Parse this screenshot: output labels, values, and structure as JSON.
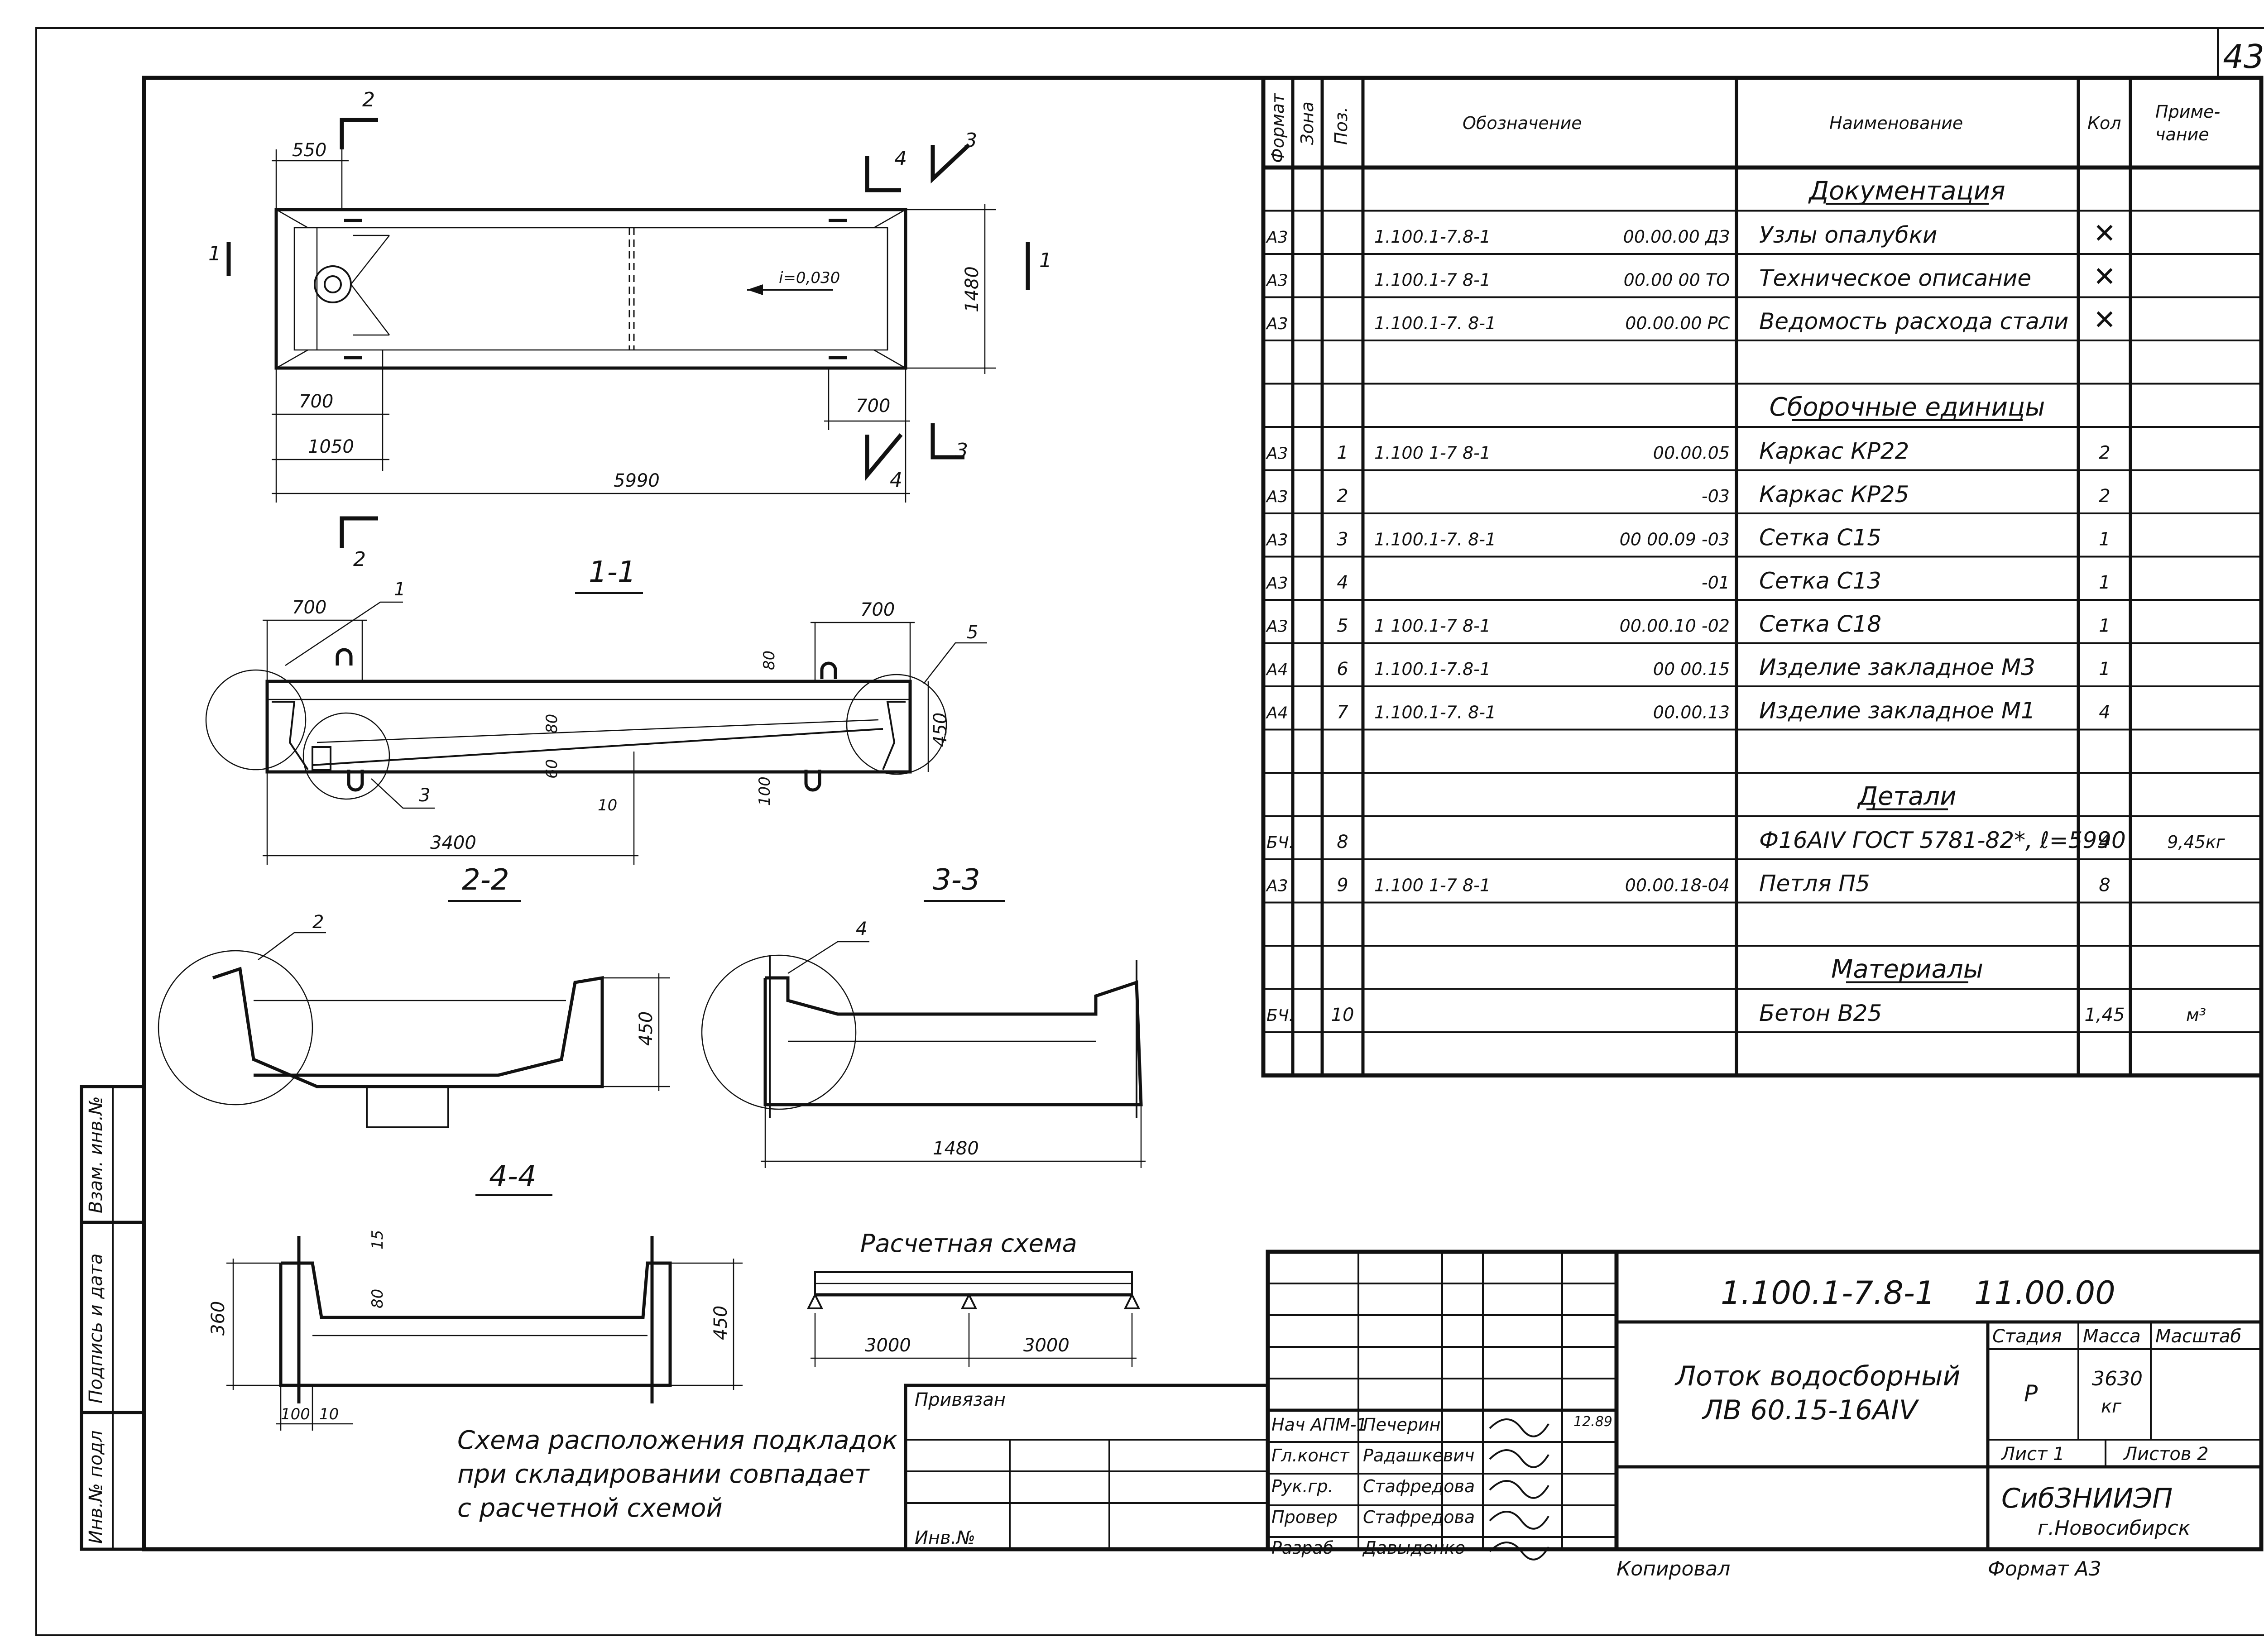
{
  "sheet": {
    "page_number": "43",
    "side_stamp": [
      "Инв.№ подл",
      "Подпись и дата",
      "Взам. инв.№"
    ]
  },
  "plan": {
    "dim_550": "550",
    "dim_700_left": "700",
    "dim_1050": "1050",
    "dim_5990": "5990",
    "dim_700_right": "700",
    "dim_1480": "1480",
    "slope": "i=0,030",
    "cuts": [
      "1",
      "1",
      "2",
      "2",
      "3",
      "3",
      "4",
      "4"
    ]
  },
  "sections": {
    "s11": {
      "title": "1-1",
      "dims": [
        "700",
        "700",
        "80",
        "450",
        "80",
        "60",
        "10",
        "100",
        "3400"
      ],
      "callouts": [
        "1",
        "5",
        "3"
      ]
    },
    "s22": {
      "title": "2-2",
      "dims": [
        "450"
      ],
      "callouts": [
        "2"
      ]
    },
    "s33": {
      "title": "3-3",
      "dims": [
        "1480"
      ],
      "callouts": [
        "4"
      ]
    },
    "s44": {
      "title": "4-4",
      "dims": [
        "15",
        "80",
        "360",
        "450",
        "100",
        "10"
      ]
    }
  },
  "calc_scheme": {
    "title": "Расчетная схема",
    "span1": "3000",
    "span2": "3000"
  },
  "storage_note": [
    "Схема расположения подкладок",
    "при складировании совпадает",
    "с расчетной схемой"
  ],
  "spec": {
    "headers": {
      "format": "Формат",
      "zone": "Зона",
      "pos": "Поз.",
      "designation": "Обозначение",
      "name": "Наименование",
      "qty": "Кол",
      "note": "Приме-\nчание"
    },
    "rows": [
      {
        "type": "section",
        "name": "Документация"
      },
      {
        "format": "А3",
        "pos": "",
        "des1": "1.100.1-7.8-1",
        "des2": "00.00.00 ДЗ",
        "name": "Узлы опалубки",
        "qty": "✕",
        "note": ""
      },
      {
        "format": "А3",
        "pos": "",
        "des1": "1.100.1-7 8-1",
        "des2": "00.00 00 ТО",
        "name": "Техническое описание",
        "qty": "✕",
        "note": ""
      },
      {
        "format": "А3",
        "pos": "",
        "des1": "1.100.1-7. 8-1",
        "des2": "00.00.00 РС",
        "name": "Ведомость расхода стали",
        "qty": "✕",
        "note": ""
      },
      {
        "type": "blank"
      },
      {
        "type": "section",
        "name": "Сборочные единицы"
      },
      {
        "format": "А3",
        "pos": "1",
        "des1": "1.100 1-7 8-1",
        "des2": "00.00.05",
        "name": "Каркас  КР22",
        "qty": "2",
        "note": ""
      },
      {
        "format": "А3",
        "pos": "2",
        "des1": "",
        "des2": "-03",
        "name": "Каркас  КР25",
        "qty": "2",
        "note": ""
      },
      {
        "format": "А3",
        "pos": "3",
        "des1": "1.100.1-7. 8-1",
        "des2": "00 00.09 -03",
        "name": "Сетка  С15",
        "qty": "1",
        "note": ""
      },
      {
        "format": "А3",
        "pos": "4",
        "des1": "",
        "des2": "-01",
        "name": "Сетка  С13",
        "qty": "1",
        "note": ""
      },
      {
        "format": "А3",
        "pos": "5",
        "des1": "1 100.1-7 8-1",
        "des2": "00.00.10 -02",
        "name": "Сетка  С18",
        "qty": "1",
        "note": ""
      },
      {
        "format": "А4",
        "pos": "6",
        "des1": "1.100.1-7.8-1",
        "des2": "00 00.15",
        "name": "Изделие закладное М3",
        "qty": "1",
        "note": ""
      },
      {
        "format": "А4",
        "pos": "7",
        "des1": "1.100.1-7. 8-1",
        "des2": "00.00.13",
        "name": "Изделие закладное М1",
        "qty": "4",
        "note": ""
      },
      {
        "type": "blank"
      },
      {
        "type": "section",
        "name": "Детали"
      },
      {
        "format": "БЧ.",
        "pos": "8",
        "des1": "",
        "des2": "",
        "name": "Ф16АIV  ГОСТ 5781-82*, ℓ=5990",
        "qty": "4",
        "note": "9,45кг"
      },
      {
        "format": "А3",
        "pos": "9",
        "des1": "1.100 1-7 8-1",
        "des2": "00.00.18-04",
        "name": "Петля  П5",
        "qty": "8",
        "note": ""
      },
      {
        "type": "blank"
      },
      {
        "type": "section",
        "name": "Материалы"
      },
      {
        "format": "БЧ.",
        "pos": "10",
        "des1": "",
        "des2": "",
        "name": "Бетон  В25",
        "qty": "1,45",
        "note": "м³"
      },
      {
        "type": "blank"
      }
    ]
  },
  "title_block": {
    "doc_code": "1.100.1-7.8-1",
    "doc_code2": "11.00.00",
    "title_line1": "Лоток водосборный",
    "title_line2": "ЛВ 60.15-16АIV",
    "stage_label": "Стадия",
    "mass_label": "Масса",
    "scale_label": "Масштаб",
    "stage": "Р",
    "mass": "3630",
    "mass_unit": "кг",
    "sheet": "Лист 1",
    "sheets": "Листов 2",
    "org1": "СибЗНИИЭП",
    "org2": "г.Новосибирск",
    "bound_to": "Привязан",
    "inv_no": "Инв.№",
    "copied": "Копировал",
    "format": "Формат А3",
    "date": "12.89",
    "signers": [
      {
        "role": "Нач АПМ-1",
        "name": "Печерин"
      },
      {
        "role": "Гл.конст",
        "name": "Радашкевич"
      },
      {
        "role": "Рук.гр.",
        "name": "Стафредова"
      },
      {
        "role": "Провер",
        "name": "Стафредова"
      },
      {
        "role": "Разраб",
        "name": "Давыденко"
      }
    ]
  }
}
